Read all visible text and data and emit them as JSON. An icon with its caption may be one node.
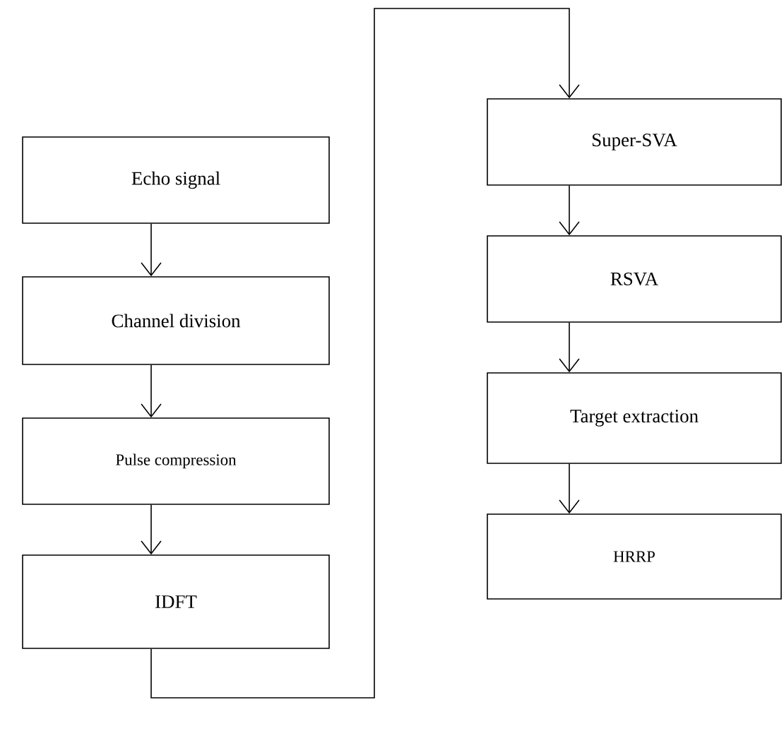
{
  "diagram": {
    "nodes": [
      {
        "text": [
          "Echo signal"
        ]
      },
      {
        "text": [
          "Channel division"
        ]
      },
      {
        "text": [
          "Pulse compression"
        ]
      },
      {
        "text": [
          "IDFT"
        ]
      },
      {
        "text": [
          "Super-SVA"
        ]
      },
      {
        "text": [
          "RSVA"
        ]
      },
      {
        "text": [
          "Target extraction"
        ]
      },
      {
        "text": [
          "HRRP"
        ]
      }
    ],
    "edges": [
      {
        "from": 0,
        "to": 1,
        "arrow": "to"
      },
      {
        "from": 1,
        "to": 2,
        "arrow": "to"
      },
      {
        "from": 2,
        "to": 3,
        "arrow": "to"
      },
      {
        "from": 3,
        "to": 4,
        "arrow": "to"
      },
      {
        "from": 4,
        "to": 5,
        "arrow": "to"
      },
      {
        "from": 5,
        "to": 6,
        "arrow": "to"
      },
      {
        "from": 6,
        "to": 7,
        "arrow": "to"
      }
    ]
  }
}
